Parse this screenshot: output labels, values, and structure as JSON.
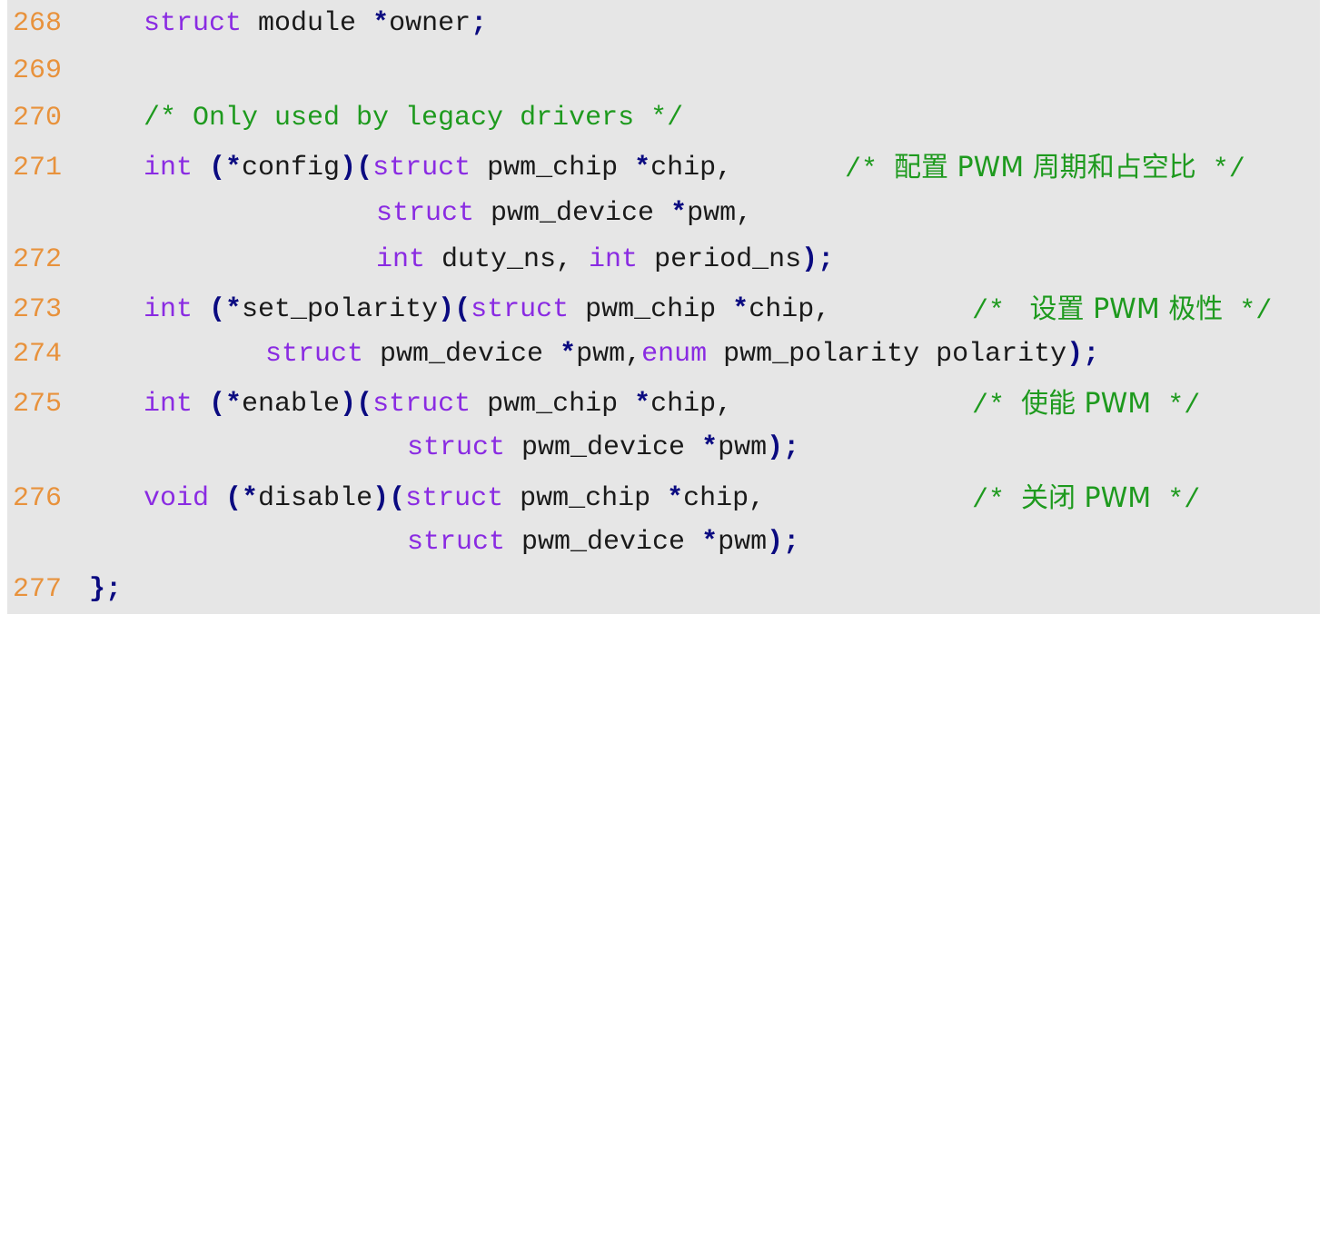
{
  "code": {
    "lines": [
      {
        "num": "268",
        "parts": [
          "struct",
          " module ",
          "*",
          "owner",
          ";"
        ]
      },
      {
        "num": "269"
      },
      {
        "num": "270",
        "comment": "/* Only used by legacy drivers */"
      },
      {
        "num": "271",
        "kw": "int",
        "a": "(*",
        "b": "config",
        "c": ")(",
        "d": "struct",
        "e": " pwm_chip ",
        "f": "*",
        "g": "chip,",
        "comment_open": "/* ",
        "comment_text": "配置 PWM 周期和占空比",
        "comment_close": " */"
      },
      {
        "cont": true,
        "kw": "struct",
        "e": " pwm_device ",
        "f": "*",
        "g": "pwm,"
      },
      {
        "num": "272",
        "kw": "int",
        "e": " duty_ns, ",
        "kw2": "int",
        "e2": " period_ns",
        "end": ");"
      },
      {
        "num": "273",
        "kw": "int",
        "a": "(*",
        "b": "set_polarity",
        "c": ")(",
        "d": "struct",
        "e": " pwm_chip ",
        "f": "*",
        "g": "chip,",
        "comment_open": "/* ",
        "comment_text": " 设置 PWM 极性",
        "comment_close": " */"
      },
      {
        "num": "274",
        "kw": "struct",
        "e": " pwm_device ",
        "f": "*",
        "g": "pwm,",
        "kw2": "enum",
        "e2": " pwm_polarity polarity",
        "end": ");"
      },
      {
        "num": "275",
        "kw": "int",
        "a": "(*",
        "b": "enable",
        "c": ")(",
        "d": "struct",
        "e": " pwm_chip ",
        "f": "*",
        "g": "chip,",
        "comment_open": "/* ",
        "comment_text": "使能 PWM",
        "comment_close": " */"
      },
      {
        "cont": true,
        "kw": "struct",
        "e": " pwm_device ",
        "f": "*",
        "g": "pwm",
        "end": ");"
      },
      {
        "num": "276",
        "kw": "void",
        "a": "(*",
        "b": "disable",
        "c": ")(",
        "d": "struct",
        "e": " pwm_chip ",
        "f": "*",
        "g": "chip,",
        "comment_open": "/* ",
        "comment_text": "关闭 PWM",
        "comment_close": " */"
      },
      {
        "cont": true,
        "kw": "struct",
        "e": " pwm_device ",
        "f": "*",
        "g": "pwm",
        "end": ");"
      },
      {
        "num": "277",
        "end": "};"
      }
    ]
  },
  "colors": {
    "background": "#e6e6e6",
    "line_number": "#e8923c",
    "keyword": "#8a2be2",
    "punctuation": "#0a0a80",
    "comment": "#1e9a1e",
    "text": "#1a1a1a"
  }
}
